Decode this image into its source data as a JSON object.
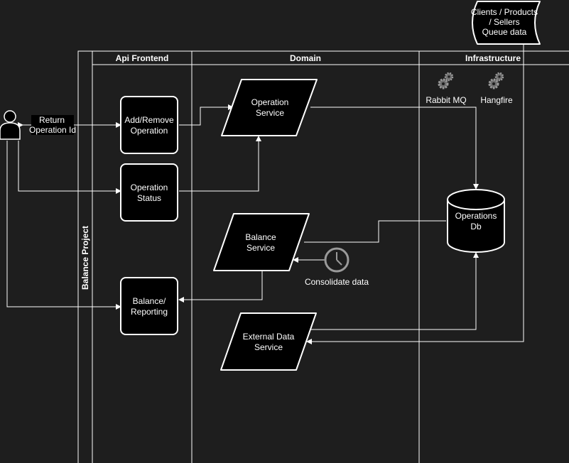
{
  "diagram": {
    "pool_title": "Balance Project",
    "lanes": [
      "Api Frontend",
      "Domain",
      "Infrastructure"
    ],
    "actor_edge_label": [
      "Return",
      "Operation Id"
    ],
    "nodes": {
      "add_remove": [
        "Add/Remove",
        "Operation"
      ],
      "op_status": [
        "Operation",
        "Status"
      ],
      "balance_reporting": [
        "Balance/",
        "Reporting"
      ],
      "operation_service": [
        "Operation",
        "Service"
      ],
      "balance_service": [
        "Balance",
        "Service"
      ],
      "external_service": [
        "External Data",
        "Service"
      ],
      "operations_db": [
        "Operations",
        "Db"
      ],
      "queue": [
        "Clients / Products",
        "/ Sellers",
        "Queue data"
      ]
    },
    "icons": {
      "rabbit": "Rabbit MQ",
      "hangfire": "Hangfire",
      "clock": "Consolidate data"
    }
  },
  "colors": {
    "background": "#1e1e1e",
    "stroke": "#ffffff",
    "fill": "#000000"
  }
}
